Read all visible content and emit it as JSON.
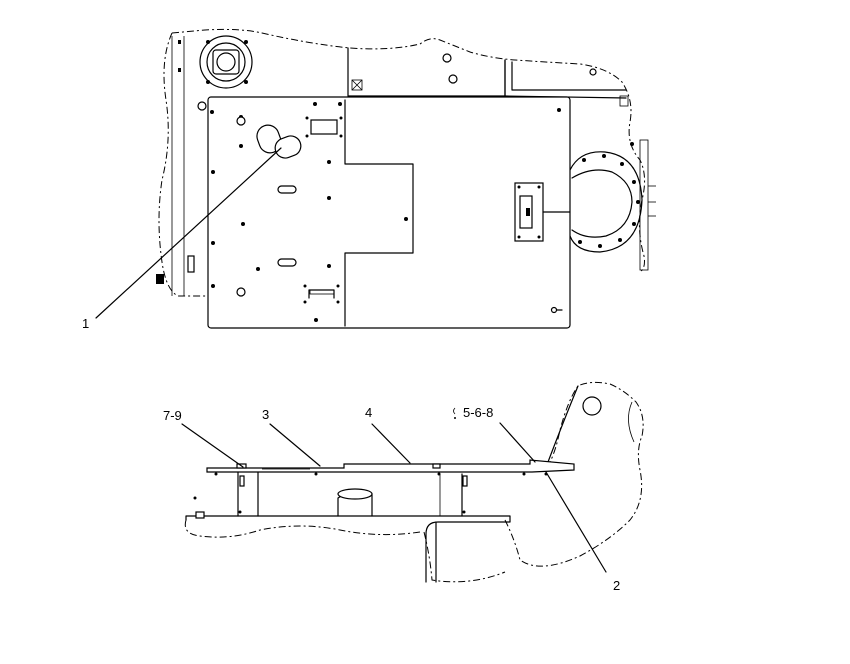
{
  "callouts": {
    "c1": "1",
    "c2": "2",
    "c3": "3",
    "c4": "4",
    "c568": "5-6-8",
    "c79": "7-9"
  },
  "colors": {
    "line": "#000000",
    "background": "#ffffff"
  }
}
